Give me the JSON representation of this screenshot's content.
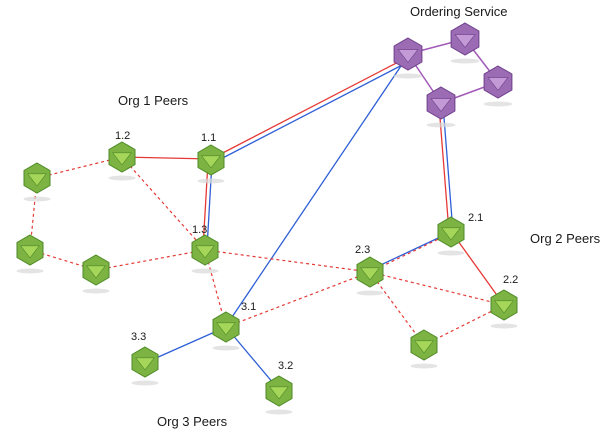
{
  "groups": {
    "ordering": "Ordering Service",
    "org1": "Org 1 Peers",
    "org2": "Org 2 Peers",
    "org3": "Org 3 Peers"
  },
  "colors": {
    "peer_fill": "#7cb342",
    "peer_dark": "#4e8a25",
    "peer_light": "#a5d65a",
    "orderer_fill": "#9b6bb3",
    "orderer_dark": "#6f3f8c",
    "orderer_light": "#c39ad6",
    "red_link": "#e53935",
    "blue_link": "#2f5fd6",
    "purple_link": "#a259b8"
  },
  "peer_labels": {
    "p11": "1.1",
    "p12": "1.2",
    "p13": "1.3",
    "p21": "2.1",
    "p22": "2.2",
    "p23": "2.3",
    "p31": "3.1",
    "p32": "3.2",
    "p33": "3.3"
  }
}
